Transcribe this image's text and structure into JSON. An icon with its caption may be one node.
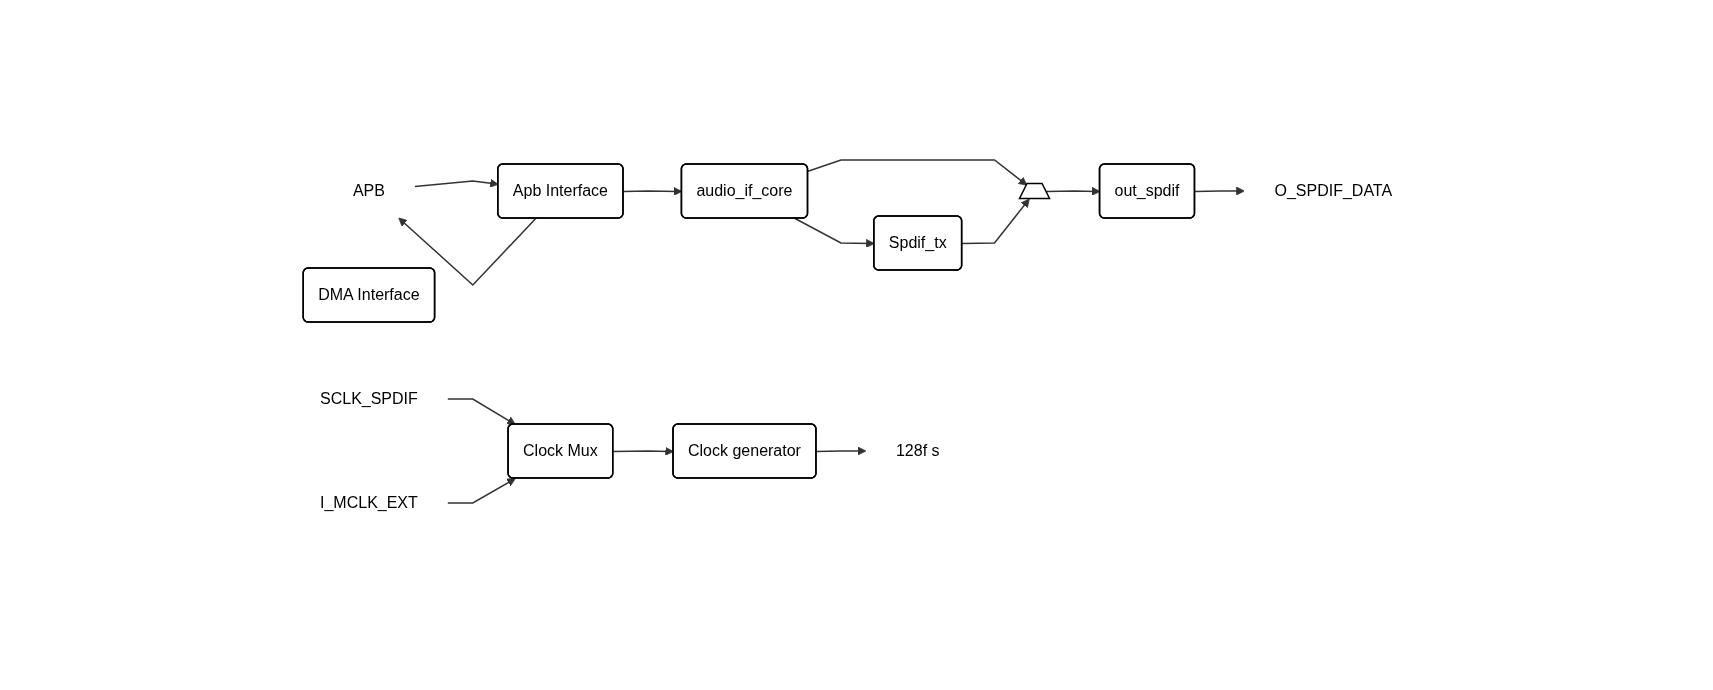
{
  "diagram": {
    "nodes": [
      {
        "text": [
          "APB"
        ]
      },
      {
        "text": [
          "Apb Interface"
        ]
      },
      {
        "text": [
          "audio_if_core"
        ]
      },
      {
        "text": [
          "Spdif_tx"
        ]
      },
      {
        "text": [],
        "shape": "trapezoid"
      },
      {
        "text": [
          "out_spdif"
        ]
      },
      {
        "text": [
          "O_SPDIF_DATA"
        ]
      },
      {
        "text": [
          "DMA Interface"
        ]
      },
      {
        "text": [
          "SCLK_SPDIF"
        ]
      },
      {
        "text": [
          "I_MCLK_EXT"
        ]
      },
      {
        "text": [
          "Clock Mux"
        ]
      },
      {
        "text": [
          "Clock generator"
        ]
      },
      {
        "text": [
          "128f s"
        ]
      }
    ],
    "edges": [
      {
        "from": 0,
        "to": 1,
        "arrow": "to"
      },
      {
        "from": 1,
        "to": 0,
        "arrow": "to"
      },
      {
        "from": 1,
        "to": 2,
        "arrow": "to"
      },
      {
        "from": 2,
        "to": 4,
        "arrow": "to"
      },
      {
        "from": 2,
        "to": 3,
        "arrow": "to"
      },
      {
        "from": 3,
        "to": 4,
        "arrow": "to"
      },
      {
        "from": 4,
        "to": 5,
        "arrow": "to"
      },
      {
        "from": 5,
        "to": 6,
        "arrow": "to"
      },
      {
        "from": 8,
        "to": 10,
        "arrow": "to"
      },
      {
        "from": 9,
        "to": 10,
        "arrow": "to"
      },
      {
        "from": 10,
        "to": 11,
        "arrow": "to"
      },
      {
        "from": 11,
        "to": 12,
        "arrow": "to"
      }
    ]
  }
}
